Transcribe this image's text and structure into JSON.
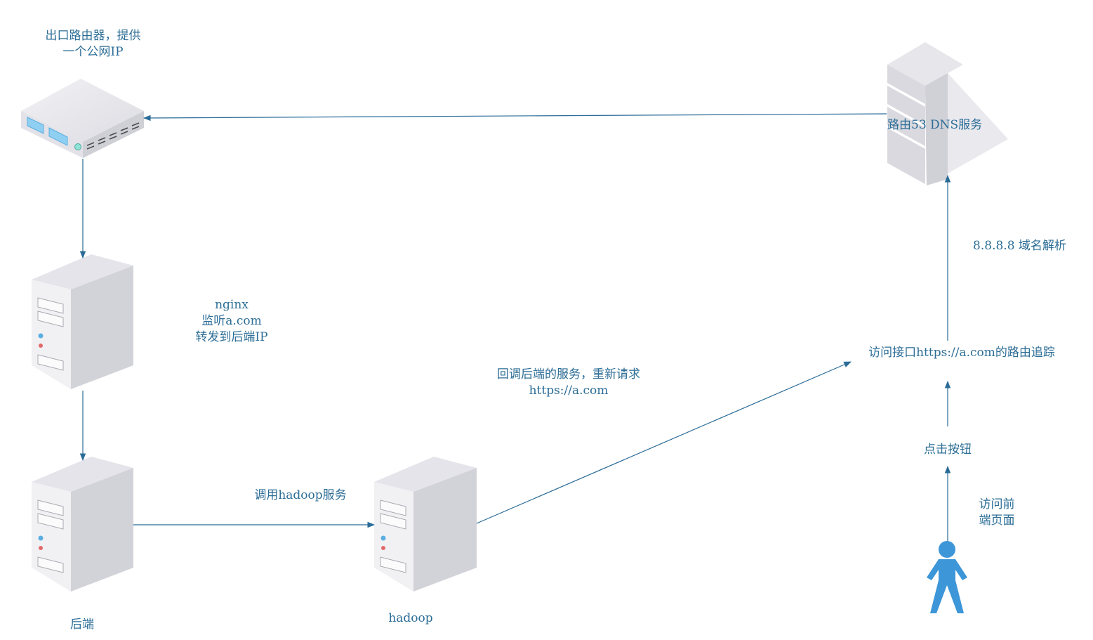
{
  "colors": {
    "edge": "#2a6b98",
    "text": "#2c6d96",
    "server_front": "#f1f1f4",
    "server_side": "#d6d6dc",
    "server_top": "#e5e5ea",
    "person": "#3d96d8"
  },
  "nodes": {
    "router": {
      "icon": "router-icon",
      "label": [
        "出口路由器，提供",
        "一个公网IP"
      ]
    },
    "dns": {
      "icon": "dns-server-icon",
      "label": [
        "路由53 DNS服务"
      ]
    },
    "nginx": {
      "icon": "server-icon",
      "label": [
        "nginx",
        "监听a.com",
        "转发到后端IP"
      ]
    },
    "backend": {
      "icon": "server-icon",
      "label": [
        "后端"
      ]
    },
    "hadoop": {
      "icon": "server-icon",
      "label": [
        "hadoop"
      ]
    },
    "user": {
      "icon": "person-icon"
    }
  },
  "edges": {
    "call_hadoop": [
      "调用hadoop服务"
    ],
    "callback": [
      "回调后端的服务，重新请求",
      "https://a.com"
    ],
    "route_trace": [
      "访问接口https://a.com的路由追踪"
    ],
    "dns_resolve": [
      "8.8.8.8 域名解析"
    ],
    "click": [
      "点击按钮"
    ],
    "visit": [
      "访问前",
      "端页面"
    ]
  }
}
